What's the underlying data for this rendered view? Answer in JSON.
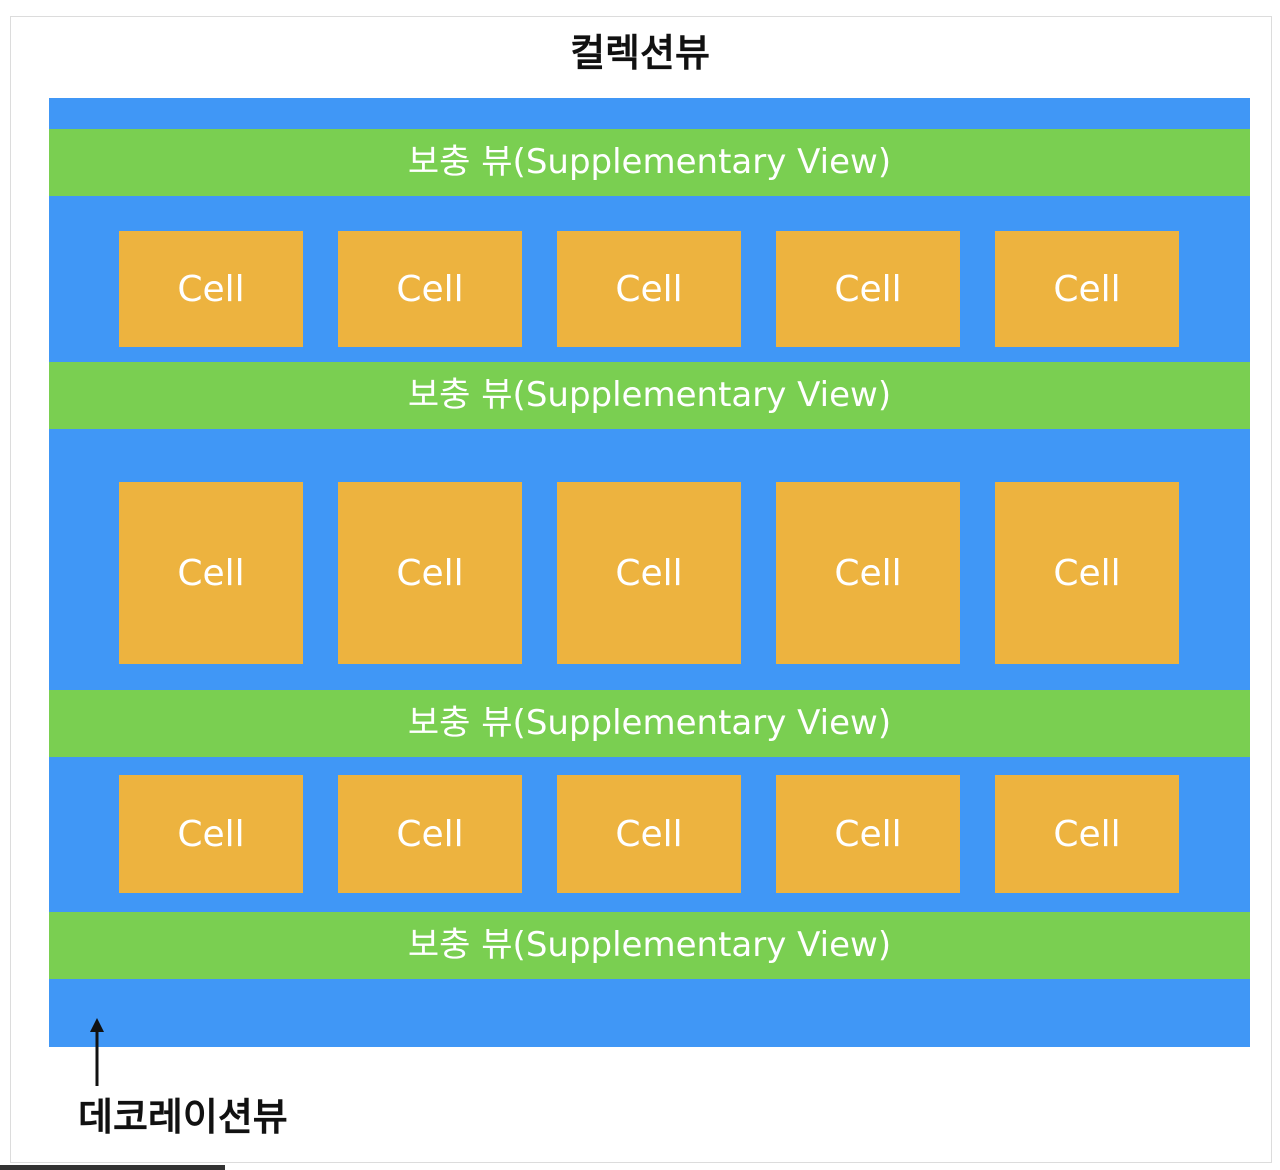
{
  "title": "컬렉션뷰",
  "supplementary_label": "보충 뷰(Supplementary View)",
  "cell_label": "Cell",
  "decoration_label": "데코레이션뷰",
  "sections": [
    {
      "header": "보충 뷰(Supplementary View)",
      "cells": [
        "Cell",
        "Cell",
        "Cell",
        "Cell",
        "Cell"
      ]
    },
    {
      "header": "보충 뷰(Supplementary View)",
      "cells": [
        "Cell",
        "Cell",
        "Cell",
        "Cell",
        "Cell"
      ]
    },
    {
      "header": "보충 뷰(Supplementary View)",
      "cells": [
        "Cell",
        "Cell",
        "Cell",
        "Cell",
        "Cell"
      ]
    }
  ],
  "footer": "보충 뷰(Supplementary View)",
  "colors": {
    "collection_view": "#4097f6",
    "supplementary_view": "#7acf51",
    "cell": "#edb33f"
  }
}
